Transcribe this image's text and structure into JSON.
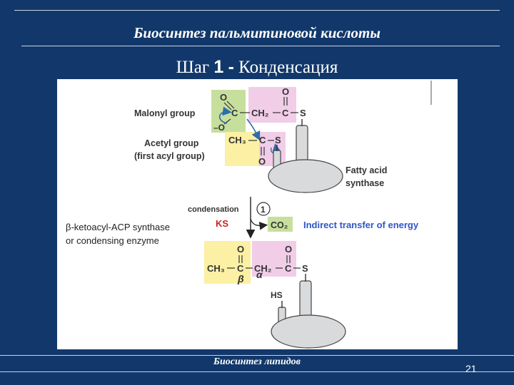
{
  "slide": {
    "title": "Биосинтез пальмитиновой кислоты",
    "step_label": "Шаг",
    "step_number": "1",
    "step_separator": "-",
    "step_name": "Конденсация",
    "footer": "Биосинтез липидов",
    "page_number": "21"
  },
  "figure": {
    "malonyl_label": "Malonyl group",
    "acetyl_label_1": "Acetyl group",
    "acetyl_label_2": "(first acyl group)",
    "fas_label_1": "Fatty acid",
    "fas_label_2": "synthase",
    "condensation_label": "condensation",
    "step_circle": "1",
    "ks_label": "KS",
    "co2_label": "CO₂",
    "energy_label": "Indirect transfer of energy",
    "enzyme_label_1": "β-ketoacyl-ACP synthase",
    "enzyme_label_2": "or condensing enzyme",
    "atom_o": "O",
    "atom_c": "C",
    "atom_s": "S",
    "atom_o_minus": "–O",
    "ch2": "CH₂",
    "ch3": "CH₃",
    "hs": "HS",
    "beta": "β",
    "alpha": "α"
  },
  "colors": {
    "background": "#12386b",
    "malonyl_green": "#c7df9d",
    "acyl_yellow": "#fbf0a3",
    "pink": "#f1cde8",
    "enzyme_gray": "#d9dadc",
    "energy_blue": "#2e56c6",
    "ks_red": "#d11f1f",
    "arrow_blue": "#2d6cae"
  }
}
